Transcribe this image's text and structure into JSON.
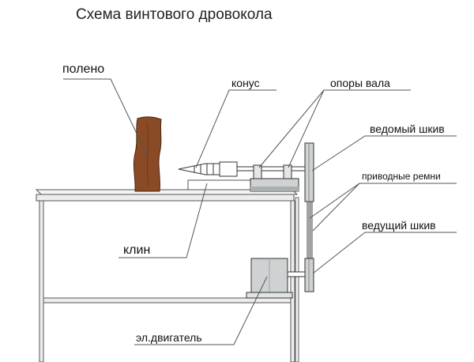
{
  "diagram": {
    "title": "Схема винтового дровокола",
    "labels": {
      "log": "полено",
      "cone": "конус",
      "shaft_supports": "опоры вала",
      "driven_pulley": "ведомый шкив",
      "drive_belts": "приводные ремни",
      "wedge": "клин",
      "drive_pulley": "ведущий шкив",
      "motor": "эл.двигатель"
    }
  },
  "colors": {
    "log": "#8a4a26",
    "log_edge": "#4a2510",
    "metal": "#cfd2d2",
    "metal_dark": "#aab0b0",
    "outline": "#333333",
    "leader": "#555555"
  }
}
